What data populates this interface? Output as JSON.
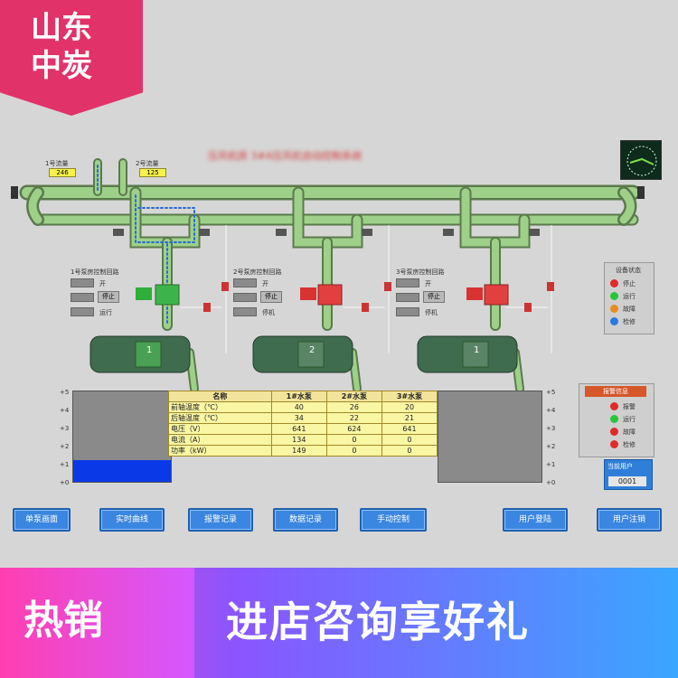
{
  "badge": {
    "line1": "山东",
    "line2": "中炭"
  },
  "title": "压风机房 3#A压风机自动控制系统",
  "pipe_tags": [
    {
      "label": "1号流量",
      "value": "246"
    },
    {
      "label": "2号流量",
      "value": "125"
    }
  ],
  "pumps": [
    {
      "id": "1",
      "panel_title": "1号泵房控制回路",
      "open": "开",
      "stop": "停止",
      "stop_btn": "停止",
      "state": "运行"
    },
    {
      "id": "2",
      "panel_title": "2号泵房控制回路",
      "open": "开",
      "stop": "停止",
      "stop_btn": "停止",
      "state": "停机"
    },
    {
      "id": "1",
      "panel_title": "3号泵房控制回路",
      "open": "开",
      "stop": "停止",
      "stop_btn": "停止",
      "state": "停机"
    }
  ],
  "status_panel": {
    "title": "设备状态",
    "items": [
      {
        "label": "停止",
        "color": "#e02a2a"
      },
      {
        "label": "运行",
        "color": "#29c43a"
      },
      {
        "label": "故障",
        "color": "#e88b1f"
      },
      {
        "label": "检修",
        "color": "#2a7ae0"
      }
    ]
  },
  "status_panel2": {
    "title": "报警信息",
    "items": [
      {
        "label": "报警",
        "color": "#e02a2a"
      },
      {
        "label": "运行",
        "color": "#29c43a"
      },
      {
        "label": "故障",
        "color": "#e02a2a"
      },
      {
        "label": "检修",
        "color": "#e02a2a"
      }
    ]
  },
  "user_box": {
    "title": "当前用户",
    "value": "0001"
  },
  "tank_scale": [
    "+5",
    "+4",
    "+3",
    "+2",
    "+1",
    "+0"
  ],
  "table": {
    "headers": [
      "名称",
      "1#水泵",
      "2#水泵",
      "3#水泵"
    ],
    "rows": [
      [
        "前轴温度（℃）",
        "40",
        "26",
        "20"
      ],
      [
        "后轴温度（℃）",
        "34",
        "22",
        "21"
      ],
      [
        "电压（V）",
        "641",
        "624",
        "641"
      ],
      [
        "电流（A）",
        "134",
        "0",
        "0"
      ],
      [
        "功率（kW）",
        "149",
        "0",
        "0"
      ]
    ]
  },
  "nav": [
    "单泵画面",
    "实时曲线",
    "报警记录",
    "数据记录",
    "手动控制",
    "用户登陆",
    "用户注销"
  ],
  "footer": {
    "left": "热销",
    "right": "进店咨询享好礼"
  }
}
